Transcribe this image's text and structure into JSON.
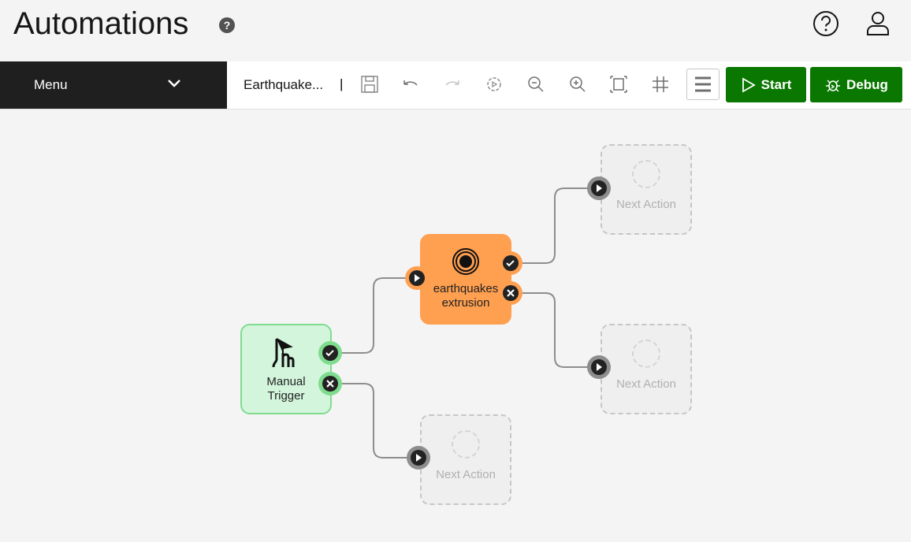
{
  "header": {
    "title": "Automations",
    "help_badge": "?"
  },
  "toolbar": {
    "menu_label": "Menu",
    "file_name": "Earthquake...",
    "separator": "|",
    "start_label": "Start",
    "debug_label": "Debug"
  },
  "nodes": {
    "trigger": {
      "label_line1": "Manual",
      "label_line2": "Trigger"
    },
    "action": {
      "label_line1": "earthquakes",
      "label_line2": "extrusion"
    },
    "next": [
      "Next Action",
      "Next Action",
      "Next Action"
    ]
  },
  "colors": {
    "accent": "#0a7700",
    "action": "#ff9f50",
    "trigger": "#d3f5dc"
  }
}
